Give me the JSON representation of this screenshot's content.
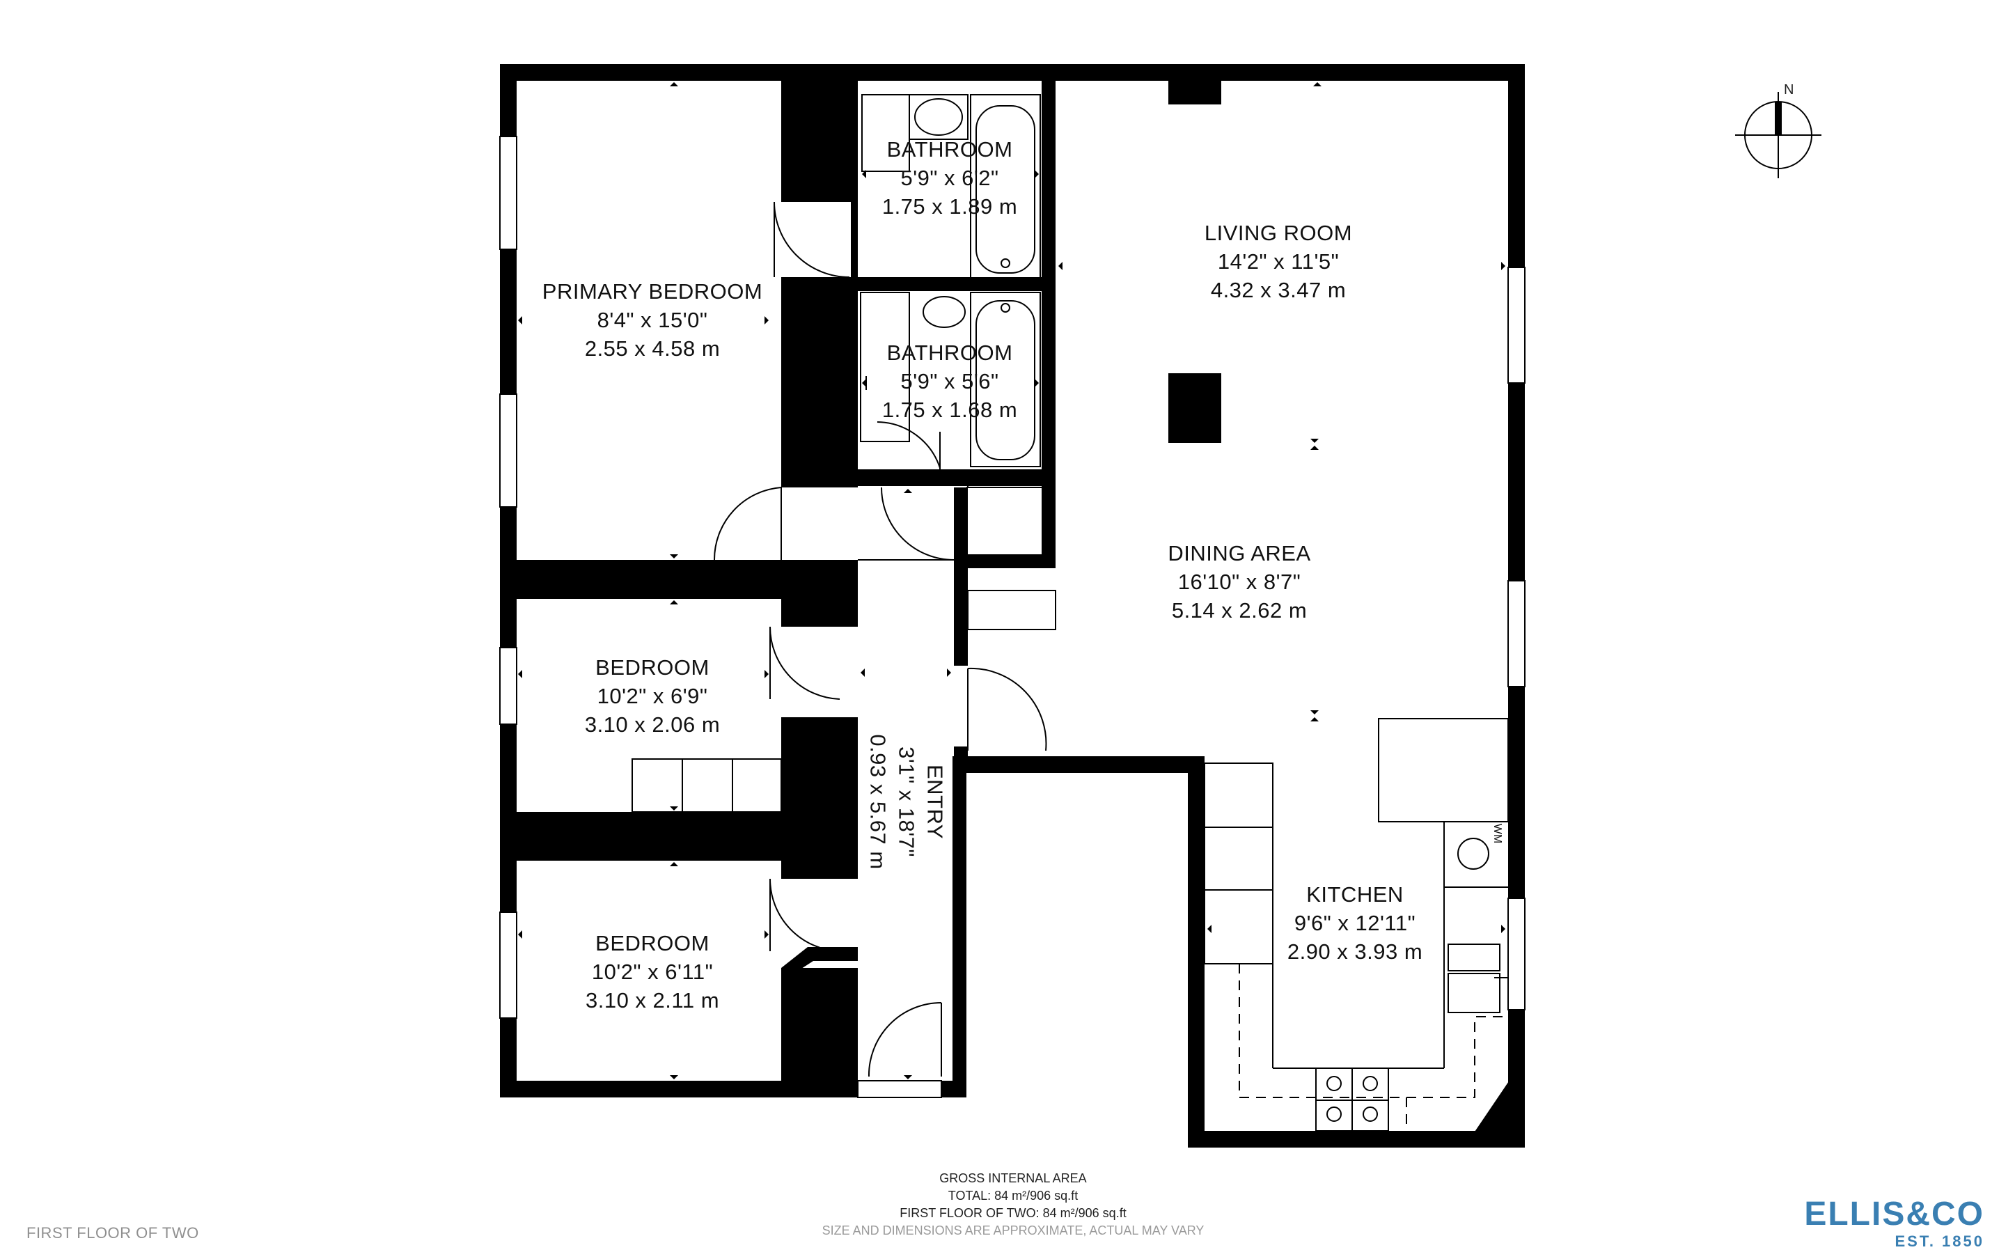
{
  "rooms": {
    "primary_bedroom": {
      "name": "PRIMARY BEDROOM",
      "imperial": "8'4\" x 15'0\"",
      "metric": "2.55 x 4.58 m"
    },
    "bathroom_1": {
      "name": "BATHROOM",
      "imperial": "5'9\" x 6'2\"",
      "metric": "1.75 x 1.89 m"
    },
    "bathroom_2": {
      "name": "BATHROOM",
      "imperial": "5'9\" x 5'6\"",
      "metric": "1.75 x 1.68 m"
    },
    "living_room": {
      "name": "LIVING ROOM",
      "imperial": "14'2\" x 11'5\"",
      "metric": "4.32 x 3.47 m"
    },
    "dining_area": {
      "name": "DINING AREA",
      "imperial": "16'10\" x 8'7\"",
      "metric": "5.14 x 2.62 m"
    },
    "bedroom_1": {
      "name": "BEDROOM",
      "imperial": "10'2\" x 6'9\"",
      "metric": "3.10 x 2.06 m"
    },
    "bedroom_2": {
      "name": "BEDROOM",
      "imperial": "10'2\" x 6'11\"",
      "metric": "3.10 x 2.11 m"
    },
    "entry": {
      "name": "ENTRY",
      "imperial": "3'1\" x 18'7\"",
      "metric": "0.93 x 5.67 m"
    },
    "kitchen": {
      "name": "KITCHEN",
      "imperial": "9'6\" x 12'11\"",
      "metric": "2.90 x 3.93 m"
    }
  },
  "appliances": {
    "washing_machine": "WM"
  },
  "compass": {
    "north": "N"
  },
  "footer": {
    "heading": "GROSS INTERNAL AREA",
    "total": "TOTAL: 84 m²/906 sq.ft",
    "floor_area": "FIRST FLOOR OF TWO: 84 m²/906 sq.ft",
    "disclaimer": "SIZE AND DIMENSIONS ARE APPROXIMATE, ACTUAL MAY VARY"
  },
  "floor_note": "FIRST FLOOR OF TWO",
  "brand": {
    "name": "ELLIS&CO",
    "established": "EST. 1850",
    "color": "#3a7fb2"
  }
}
